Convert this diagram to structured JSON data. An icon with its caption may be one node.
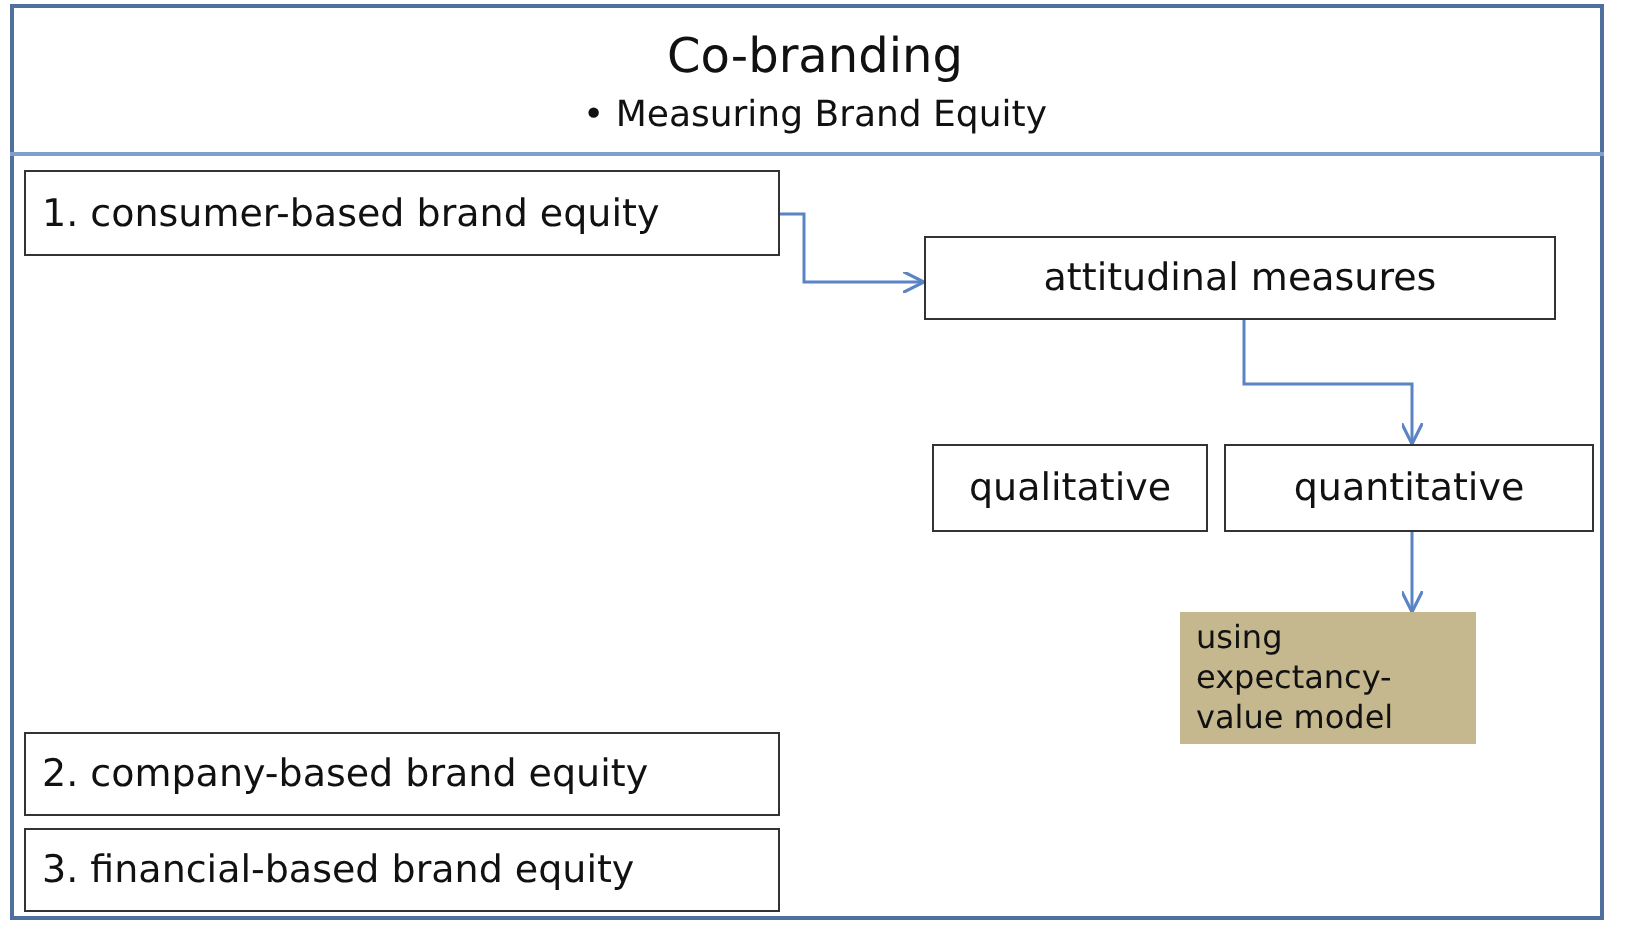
{
  "diagram": {
    "title": "Co-branding",
    "nodes": [
      {
        "text": [
          "1. consumer-based brand equity"
        ]
      },
      {
        "text": [
          "attitudinal measures"
        ]
      },
      {
        "text": [
          "qualitative"
        ]
      },
      {
        "text": [
          "quantitative"
        ]
      },
      {
        "text": [
          "using expectancy-value model"
        ]
      },
      {
        "text": [
          "2. company-based brand equity"
        ]
      },
      {
        "text": [
          "3. financial-based brand equity"
        ]
      }
    ],
    "edges": [
      {
        "from": 0,
        "to": 1,
        "arrow": "to"
      },
      {
        "from": 1,
        "to": 3,
        "arrow": "to"
      },
      {
        "from": 3,
        "to": 4,
        "arrow": "to"
      }
    ],
    "labels": [
      "• Measuring Brand Equity"
    ]
  }
}
